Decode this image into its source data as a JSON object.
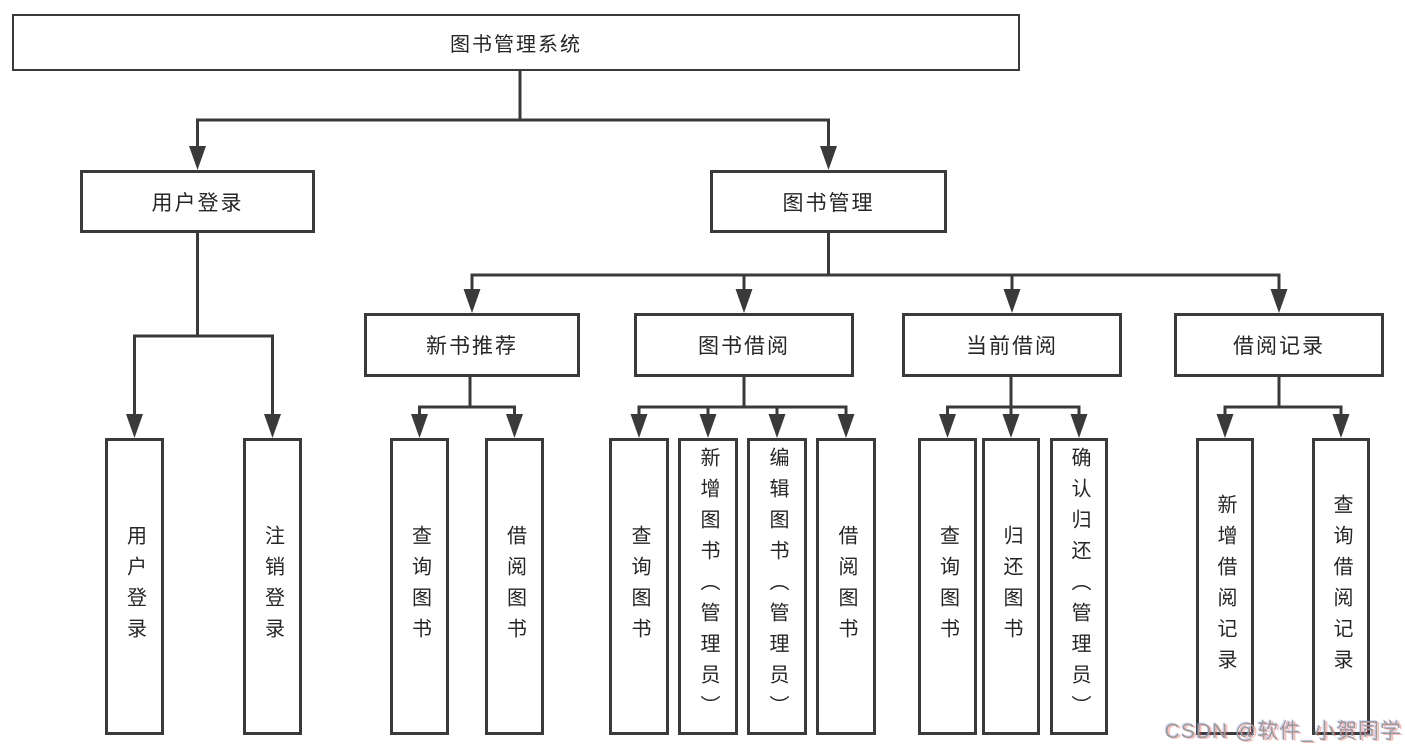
{
  "nodes": {
    "root": "图书管理系统",
    "user_login_module": "用户登录",
    "book_management_module": "图书管理",
    "new_book_recommend": "新书推荐",
    "book_borrow": "图书借阅",
    "current_borrow": "当前借阅",
    "borrow_records": "借阅记录",
    "user_login": "用户登录",
    "logout": "注销登录",
    "query_books_recommend": "查询图书",
    "borrow_books_recommend": "借阅图书",
    "query_books_borrow": "查询图书",
    "add_books_admin": "新增图书（管理员）",
    "edit_books_admin": "编辑图书（管理员）",
    "borrow_books_borrow": "借阅图书",
    "query_books_current": "查询图书",
    "return_books": "归还图书",
    "confirm_return_admin": "确认归还（管理员）",
    "add_borrow_record": "新增借阅记录",
    "query_borrow_record": "查询借阅记录"
  },
  "watermark": "CSDN @软件_小贺同学",
  "colors": {
    "line": "#3a3a3a",
    "text": "#262626",
    "background": "#ffffff",
    "watermark": "#9b9b9b"
  }
}
